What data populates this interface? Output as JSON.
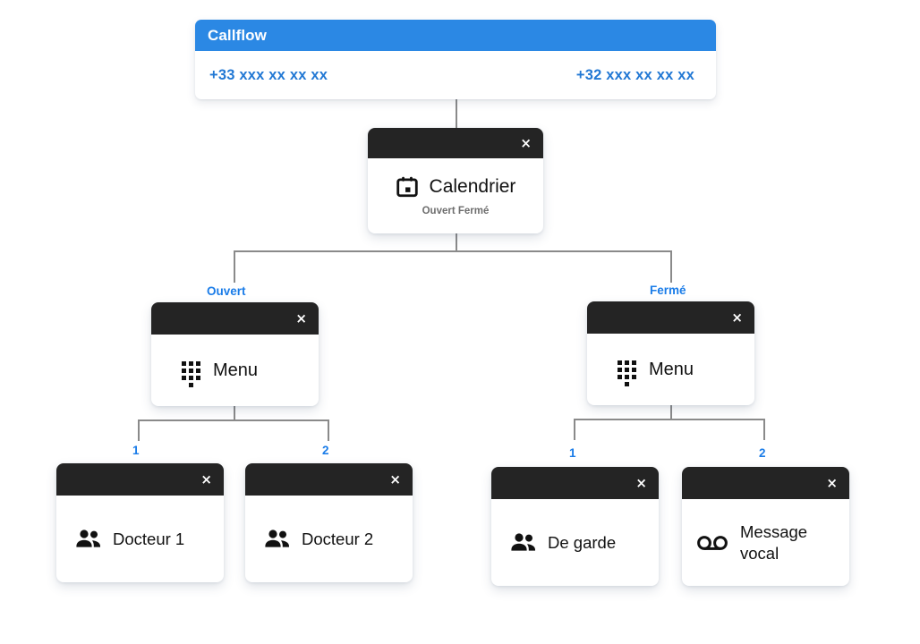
{
  "root": {
    "title": "Callflow",
    "header_color": "#2b88e4",
    "phone_left": "+33 xxx xx xx xx",
    "phone_right": "+32 xxx xx xx xx",
    "phone_color": "#2278d4"
  },
  "close_label": "×",
  "accent_color": "#1a7ce8",
  "connector_color": "#8a8a8a",
  "node_header_color": "#242424",
  "nodes": {
    "calendrier": {
      "label": "Calendrier",
      "subtitle": "Ouvert Fermé",
      "icon": "calendar-icon"
    },
    "menu_ouvert": {
      "label": "Menu",
      "icon": "dialpad-icon"
    },
    "menu_ferme": {
      "label": "Menu",
      "icon": "dialpad-icon"
    },
    "docteur1": {
      "label": "Docteur 1",
      "icon": "people-icon"
    },
    "docteur2": {
      "label": "Docteur 2",
      "icon": "people-icon"
    },
    "degarde": {
      "label": "De garde",
      "icon": "people-icon"
    },
    "vocal": {
      "label": "Message vocal",
      "icon": "voicemail-icon"
    }
  },
  "branches": {
    "ouvert": "Ouvert",
    "ferme": "Fermé",
    "left_one": "1",
    "left_two": "2",
    "right_one": "1",
    "right_two": "2"
  }
}
